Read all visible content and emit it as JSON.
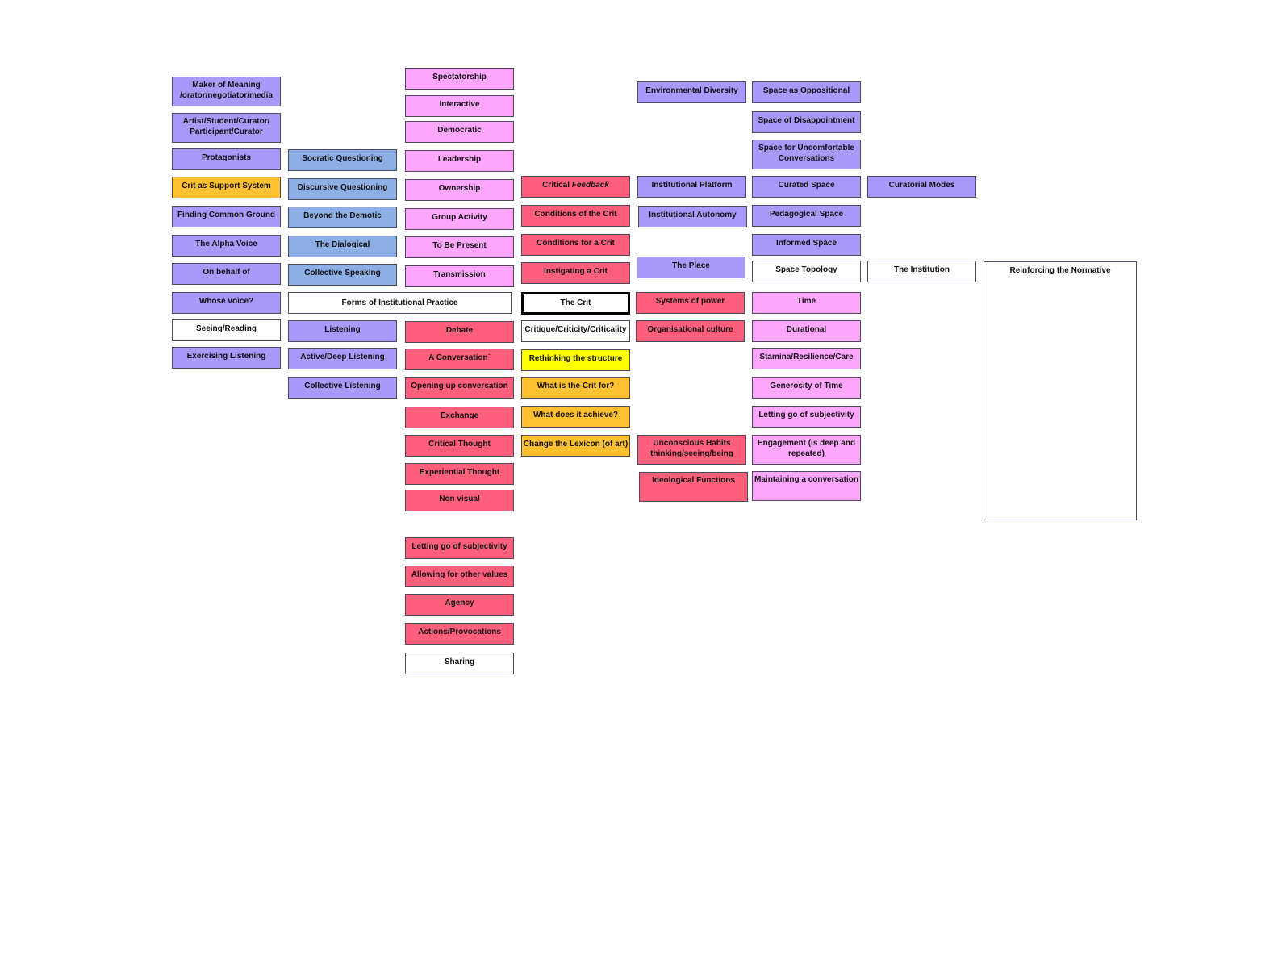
{
  "colors": {
    "purple": "#a899fb",
    "blue": "#8eaee6",
    "pink": "#ffa6ff",
    "red": "#ff5f7b",
    "orange": "#ffc12f",
    "yellow": "#ffff00",
    "white": "#ffffff"
  },
  "col1": [
    "Maker of Meaning /orator/negotiator/media",
    "Artist/Student/Curator/ Participant/Curator",
    "Protagonists",
    "Crit as Support System",
    "Finding Common Ground",
    "The Alpha Voice",
    "On behalf of",
    "Whose voice?",
    "Seeing/Reading",
    "Exercising Listening"
  ],
  "col2": [
    "Socratic Questioning",
    "Discursive Questioning",
    "Beyond the Demotic",
    "The Dialogical",
    "Collective Speaking",
    "Forms of Institutional Practice",
    "Listening",
    "Active/Deep Listening",
    "Collective Listening"
  ],
  "col3": [
    "Spectatorship",
    "Interactive",
    "Democratic",
    "Leadership",
    "Ownership",
    "Group Activity",
    "To Be Present",
    "Transmission",
    "Debate",
    "A Conversation`",
    "Opening up  conversation",
    "Exchange",
    "Critical Thought",
    "Experiential Thought",
    "Non visual",
    "Letting go of subjectivity",
    "Allowing for other values",
    "Agency",
    "Actions/Provocations",
    "Sharing"
  ],
  "col4": {
    "critical": "Critical",
    "feedback": "Feedback",
    "items": [
      "Conditions of the Crit",
      "Conditions for a Crit",
      "Instigating a Crit",
      "The Crit",
      "Critique/Criticity/Criticality",
      "Rethinking the structure",
      "What is the Crit for?",
      "What does it achieve?",
      "Change the Lexicon (of art)"
    ]
  },
  "col5": [
    "Environmental Diversity",
    "Institutional Platform",
    "Institutional Autonomy",
    "The Place",
    "Systems of power",
    "Organisational culture",
    "Unconscious Habits thinking/seeing/being",
    "Ideological Functions"
  ],
  "col6": [
    "Space as Oppositional",
    "Space of Disappointment",
    "Space for Uncomfortable Conversations",
    "Curated Space",
    "Pedagogical Space",
    "Informed Space",
    "Space Topology",
    "Time",
    "Durational",
    "Stamina/Resilience/Care",
    "Generosity of Time",
    "Letting go of subjectivity",
    "Engagement (is deep and repeated)",
    "Maintaining a conversation"
  ],
  "col7": [
    "Curatorial Modes",
    "The Institution",
    "Reinforcing the Normative"
  ]
}
